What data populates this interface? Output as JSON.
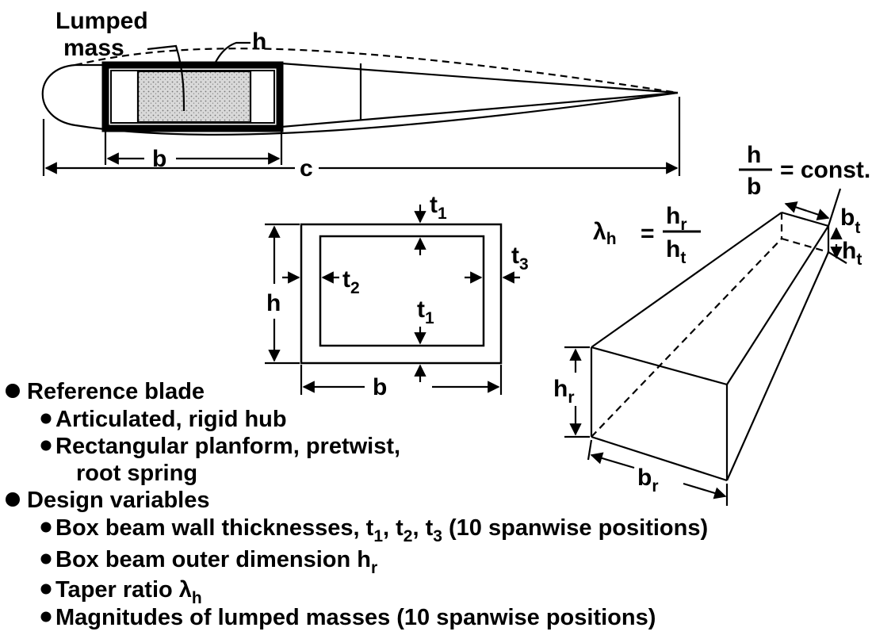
{
  "airfoil": {
    "lumped_mass_line1": "Lumped",
    "lumped_mass_line2": "mass",
    "h": "h",
    "b": "b",
    "c": "c"
  },
  "box_section": {
    "t": "t",
    "sub1": "1",
    "sub2": "2",
    "sub3": "3",
    "h": "h",
    "b": "b"
  },
  "tapered_beam": {
    "ratio_h": "h",
    "ratio_b": "b",
    "ratio_rest": "= const.",
    "lambda": "λ",
    "lambda_sub": "h",
    "eq": "=",
    "num": "h",
    "num_sub": "r",
    "den": "h",
    "den_sub": "t",
    "bt": "b",
    "bt_sub": "t",
    "ht": "h",
    "ht_sub": "t",
    "hr": "h",
    "hr_sub": "r",
    "br": "b",
    "br_sub": "r"
  },
  "bullets": {
    "ref_blade": "Reference blade",
    "ref_items": [
      "Articulated, rigid hub",
      "Rectangular planform, pretwist,",
      "root spring"
    ],
    "design_vars": "Design variables",
    "dv1_a": "Box beam wall thicknesses, t",
    "dv1_s1": "1",
    "dv1_c1": ", t",
    "dv1_s2": "2",
    "dv1_c2": ", t",
    "dv1_s3": "3",
    "dv1_b": " (10 spanwise positions)",
    "dv2": "Box beam outer dimension h",
    "dv2_sub": "r",
    "dv3": "Taper ratio ",
    "dv3_lambda": "λ",
    "dv3_sub": "h",
    "dv4": "Magnitudes of lumped masses (10 spanwise positions)"
  }
}
